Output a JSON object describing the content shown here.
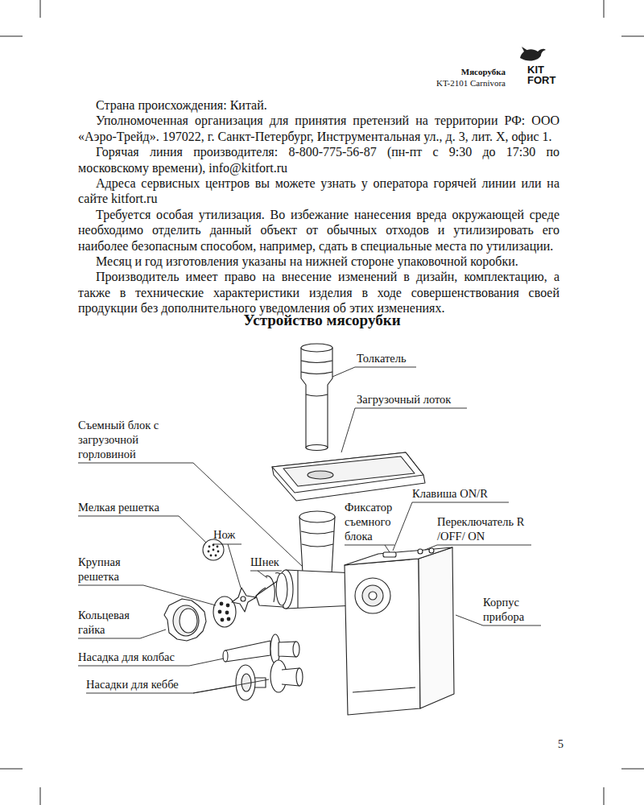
{
  "diagram": {
    "title": "Устройство мясорубки",
    "labels": [
      "Мясорубка",
      "KT-2101 Carnivora",
      "KIT FORT",
      "Страна происхождения: Китай.",
      "Уполномоченная организация для принятия претензий на территории РФ: ООО «Аэро-Трейд». 197022, г. Санкт-Петербург, Инструментальная ул., д. 3, лит. Х, офис 1.",
      "Горячая линия производителя: 8-800-775-56-87 (пн-пт с 9:30 до 17:30 по московскому времени), info@kitfort.ru",
      "Адреса сервисных центров вы можете узнать у оператора горячей линии или на сайте kitfort.ru",
      "Требуется особая утилизация. Во избежание нанесения вреда окружающей среде необходимо отделить данный объект от обычных отходов и утилизировать его наиболее безопасным способом, например, сдать в специальные места по утилизации.",
      "Месяц и год изготовления указаны на нижней стороне упаковочной коробки.",
      "Производитель имеет право на внесение изменений в дизайн, комплектацию, а также в технические характеристики изделия в ходе совершенствования своей продукции без дополнительного уведомления об этих изменениях.",
      "Толкатель",
      "Загрузочный лоток",
      "Съемный блок с загрузочной горловиной",
      "Мелкая решетка",
      "Нож",
      "Шнек",
      "Крупная решетка",
      "Кольцевая гайка",
      "Насадка для колбас",
      "Насадки для кеббе",
      "Клавиша ON/R",
      "Фиксатор съемного блока",
      "Переключатель R /OFF/ ON",
      "Корпус прибора",
      "5"
    ]
  }
}
